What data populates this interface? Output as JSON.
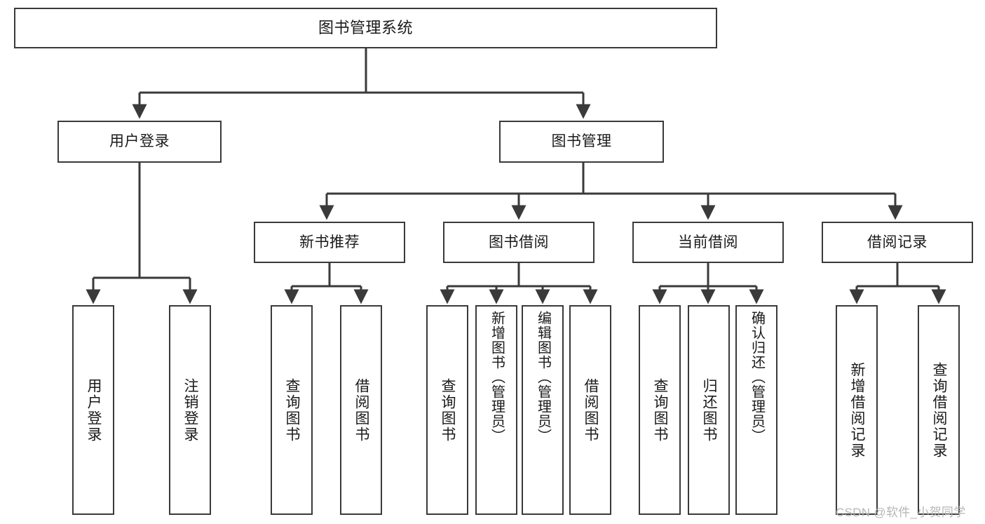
{
  "diagram": {
    "title": "图书管理系统",
    "background_color": "#ffffff",
    "node_border_color": "#3a3a3a",
    "edge_color": "#3a3a3a",
    "text_color": "#1a1a1a"
  },
  "nodes": {
    "root": {
      "label": "图书管理系统"
    },
    "level2": [
      {
        "id": "user-login",
        "label": "用户登录"
      },
      {
        "id": "book-management",
        "label": "图书管理"
      }
    ],
    "level3": [
      {
        "id": "new-book-recommend",
        "label": "新书推荐"
      },
      {
        "id": "book-borrow",
        "label": "图书借阅"
      },
      {
        "id": "current-borrow",
        "label": "当前借阅"
      },
      {
        "id": "borrow-record",
        "label": "借阅记录"
      }
    ],
    "leaves": [
      {
        "id": "leaf-user-login",
        "label": "用户登录",
        "parent": "user-login"
      },
      {
        "id": "leaf-logout-login",
        "label": "注销登录",
        "parent": "user-login"
      },
      {
        "id": "leaf-query-book-1",
        "label": "查询图书",
        "parent": "new-book-recommend"
      },
      {
        "id": "leaf-borrow-book-1",
        "label": "借阅图书",
        "parent": "new-book-recommend"
      },
      {
        "id": "leaf-query-book-2",
        "label": "查询图书",
        "parent": "book-borrow"
      },
      {
        "id": "leaf-add-book",
        "label": "新增图书（管理员）",
        "parent": "book-borrow"
      },
      {
        "id": "leaf-edit-book",
        "label": "编辑图书（管理员）",
        "parent": "book-borrow"
      },
      {
        "id": "leaf-borrow-book-2",
        "label": "借阅图书",
        "parent": "book-borrow"
      },
      {
        "id": "leaf-query-book-3",
        "label": "查询图书",
        "parent": "current-borrow"
      },
      {
        "id": "leaf-return-book",
        "label": "归还图书",
        "parent": "current-borrow"
      },
      {
        "id": "leaf-confirm-return",
        "label": "确认归还（管理员）",
        "parent": "current-borrow"
      },
      {
        "id": "leaf-add-record",
        "label": "新增借阅记录",
        "parent": "borrow-record"
      },
      {
        "id": "leaf-query-record",
        "label": "查询借阅记录",
        "parent": "borrow-record"
      }
    ]
  },
  "watermark": {
    "text": "CSDN @软件_小贺同学"
  }
}
